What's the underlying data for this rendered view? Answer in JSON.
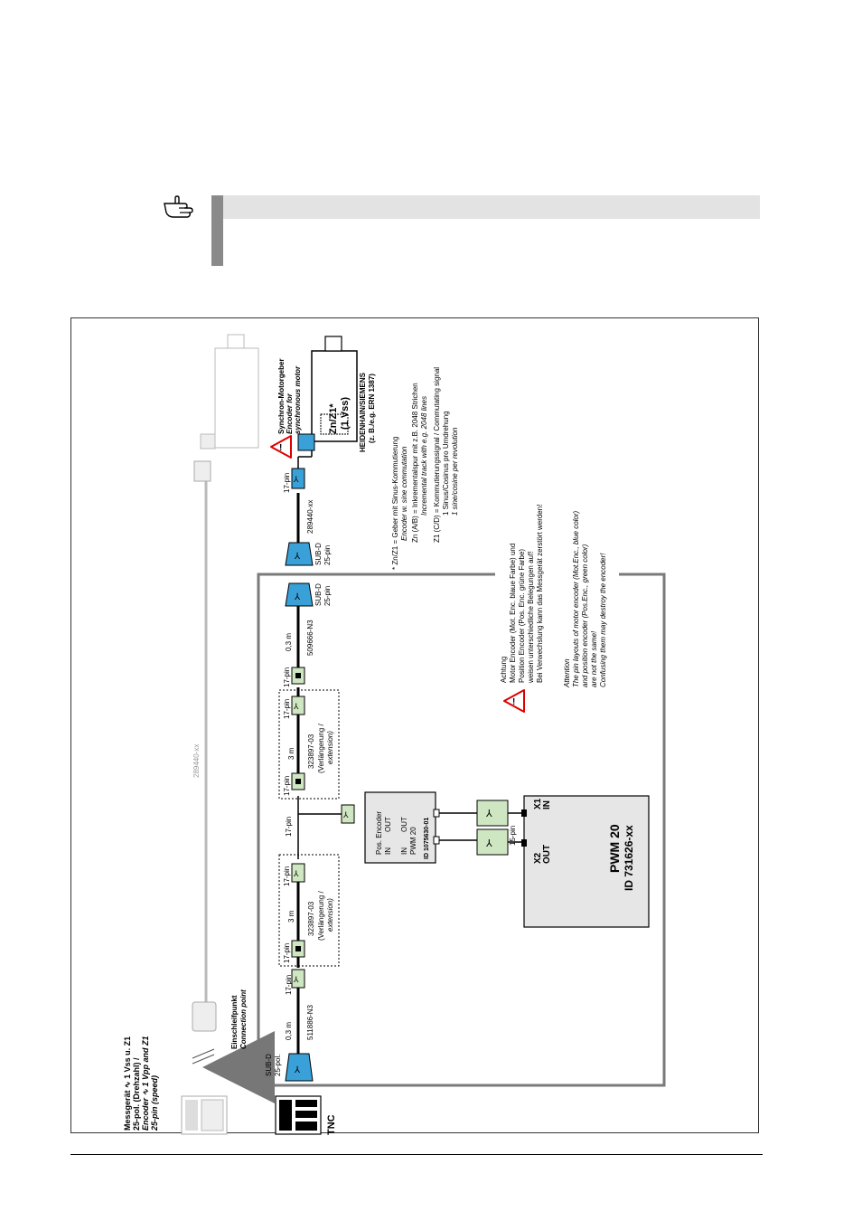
{
  "note": {
    "icon": "pointing-hand-icon"
  },
  "diagram": {
    "tnc_label": "TNC",
    "measuring_device": {
      "line1": "Messgerät ∿ 1 Vss u. Z1",
      "line2": "25-pol. (Drehzahl) /",
      "line3": "Encoder ∿  1 Vpp and Z1",
      "line4": "25-pin (speed)"
    },
    "connection_point": {
      "de": "Einschleifpunkt",
      "en": "Connection point"
    },
    "top_cable": {
      "part": "289440-xx"
    },
    "left_chain": {
      "subd_left": {
        "type": "SUB-D",
        "pins": "25-pol."
      },
      "cable1": {
        "length": "0,3 m",
        "part": "511886-N3",
        "pin": "17-pin"
      },
      "ext": {
        "pin_a": "17-pin",
        "length": "3 m",
        "part": "323897-03",
        "desc1": "(Verlängerung /",
        "desc2": "extension)",
        "pin_b": "17-pin"
      },
      "pin_to_box": "17-pin"
    },
    "right_chain": {
      "pin_from_box": "17-pin",
      "ext": {
        "pin_a": "17-pin",
        "length": "3 m",
        "part": "323897-03",
        "desc1": "(Verlängerung /",
        "desc2": "extension)",
        "pin_b": "17-pin"
      },
      "cable2": {
        "pin": "17-pin",
        "length": "0,3 m",
        "part": "509666-N3"
      },
      "subd_a": {
        "type": "SUB-D",
        "pins": "25-pin"
      },
      "subd_b": {
        "type": "SUB-D",
        "pins": "25-pin"
      },
      "cable3": {
        "part": "289440-xx",
        "pin": "17-pin"
      }
    },
    "pos_encoder_box": {
      "title": "Pos. Encoder",
      "in": "IN",
      "out": "OUT",
      "in2": "IN",
      "out2": "OUT",
      "pwm": "PWM 20",
      "id": "ID 1075630-01"
    },
    "pwm20": {
      "name": "PWM 20",
      "id": "ID 731626-xx",
      "x1": "X1",
      "x1_dir": "IN",
      "x2": "X2",
      "x2_dir": "OUT",
      "pin": "15-pin"
    },
    "motor": {
      "title_de": "Synchron-Motorgeber",
      "title_en1": "Encoder for",
      "title_en2": "synchronous motor",
      "zn": "Zn/Z1*",
      "vss": "(1 Vss)",
      "brand": "HEIDENHAIN/SIEMENS",
      "example": "(z. B./e.g. ERN 1387)"
    },
    "footnote": {
      "l1": "* Zn/Z1     = Geber mit Sinus-Kommutierung",
      "l2": "Encoder w. sine commutation",
      "l3": "Zn (A/B) = Inkrementalspur mit z.B. 2048 Strichen",
      "l4": "Incremental track with e.g. 2048 lines",
      "l5": "Z1 (C/D) = Kommutierungssignal / Commutating signal",
      "l6": "1 Sinus/Cosinus pro Umdrehung",
      "l7": "1 sine/cosine per revolution"
    },
    "warning": {
      "de1": "Achtung",
      "de2": "Motor Encoder (Mot. Enc. blaue Farbe) und",
      "de3": "Position Encoder (Pos. Enc. grüne Farbe)",
      "de4": "weisen unterschiedliche Belegungen auf!",
      "de5": "Bei Verwechslung kann das Messgerät zerstört werden!",
      "en1": "Attention",
      "en2": "The pin layouts of motor encoder (Mot.Enc., blue color)",
      "en3": "and position encoder (Pos.Enc., green color)",
      "en4": "are not the same!",
      "en5": "Confusing them may destroy the encoder!"
    },
    "colors": {
      "motor_blue": "#3aa0d8",
      "pos_green": "#cfe6c2",
      "frame": "#7a7a7a"
    }
  }
}
